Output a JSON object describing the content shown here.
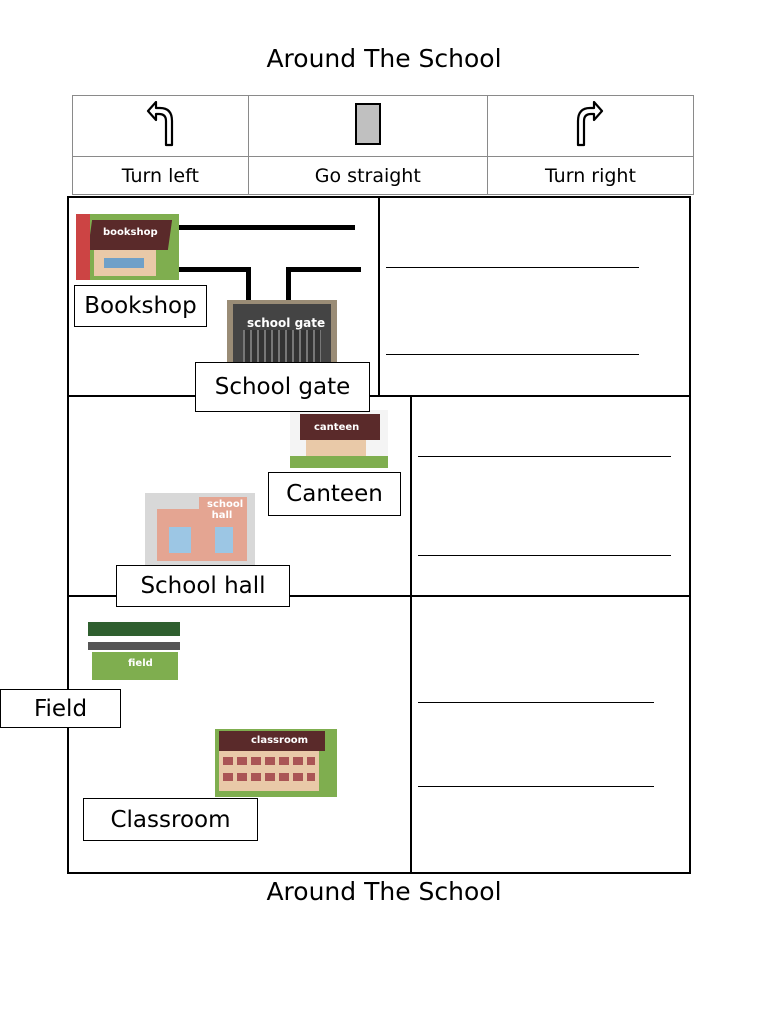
{
  "page": {
    "title_top": "Around The School",
    "title_bottom": "Around The School"
  },
  "legend": {
    "items": [
      {
        "icon": "turn-left-arrow-icon",
        "label": "Turn left"
      },
      {
        "icon": "go-straight-icon",
        "label": "Go straight"
      },
      {
        "icon": "turn-right-arrow-icon",
        "label": "Turn right"
      }
    ]
  },
  "labels": {
    "bookshop": "Bookshop",
    "school_gate": "School gate",
    "canteen": "Canteen",
    "school_hall": "School hall",
    "field": "Field",
    "classroom": "Classroom"
  },
  "signs": {
    "bookshop": "bookshop",
    "school_gate": "school gate",
    "canteen": "canteen",
    "school_hall": "school hall",
    "field": "field",
    "classroom": "classroom"
  },
  "colors": {
    "roof": "#5a2a2a",
    "wall": "#e9c9a8",
    "grass": "#7fae4f",
    "gate": "#444444",
    "straight_box": "#c0c0c0"
  }
}
